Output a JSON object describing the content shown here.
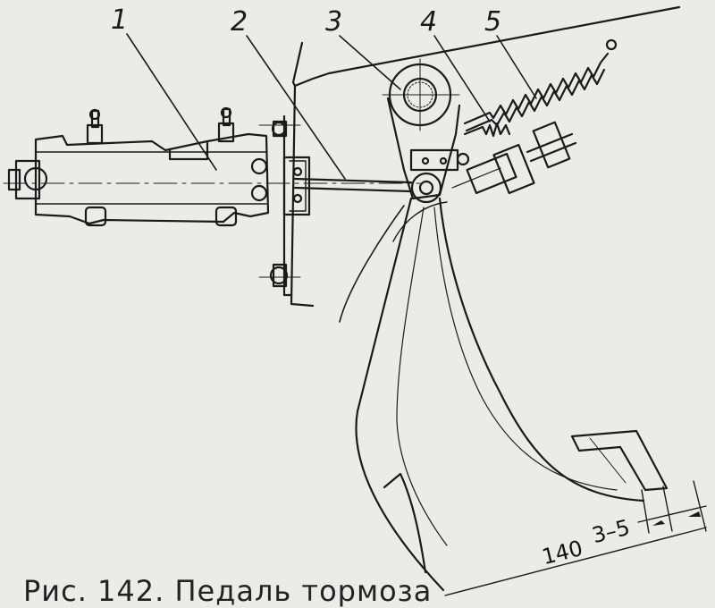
{
  "labels": {
    "part1": "1",
    "part2": "2",
    "part3": "3",
    "part4": "4",
    "part5": "5"
  },
  "dimensions": {
    "pedal_travel": "140",
    "free_play": "3–5"
  },
  "caption": "Рис. 142. Педаль тормоза",
  "colors": {
    "paper": "#ecece7",
    "ink": "#1a1a1a"
  }
}
